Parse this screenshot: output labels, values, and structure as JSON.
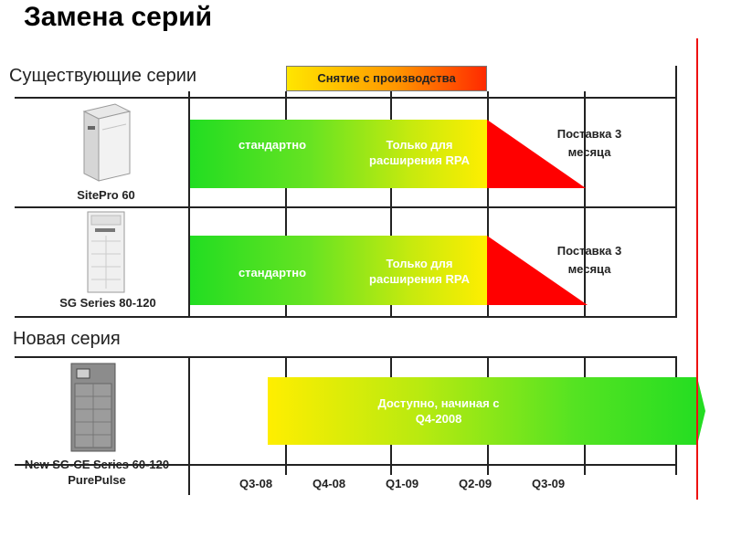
{
  "title": "Замена серий",
  "existing_series_label": "Существующие серии",
  "new_series_label": "Новая серия",
  "discontinuation_banner": "Снятие с производства",
  "products": [
    {
      "name": "SitePro 60"
    },
    {
      "name": "SG Series 80-120"
    },
    {
      "name_line1": "New SG-CE Series 60-120",
      "name_line2": "PurePulse"
    }
  ],
  "existing_rows": [
    {
      "standard": "стандартно",
      "rpa_line1": "Только для",
      "rpa_line2": "расширения RPA",
      "delivery_line1": "Поставка 3",
      "delivery_line2": "месяца"
    },
    {
      "standard": "стандартно",
      "rpa_line1": "Только для",
      "rpa_line2": "расширения RPA",
      "delivery_line1": "Поставка 3",
      "delivery_line2": "месяца"
    }
  ],
  "new_row": {
    "available_line1": "Доступно, начиная с",
    "available_line2": "Q4-2008"
  },
  "quarters": [
    "Q3-08",
    "Q4-08",
    "Q1-09",
    "Q2-09",
    "Q3-09"
  ],
  "colors": {
    "green": "#22dd22",
    "yellow": "#ffee00",
    "red": "#ff0000",
    "marker": "#ee1111"
  }
}
